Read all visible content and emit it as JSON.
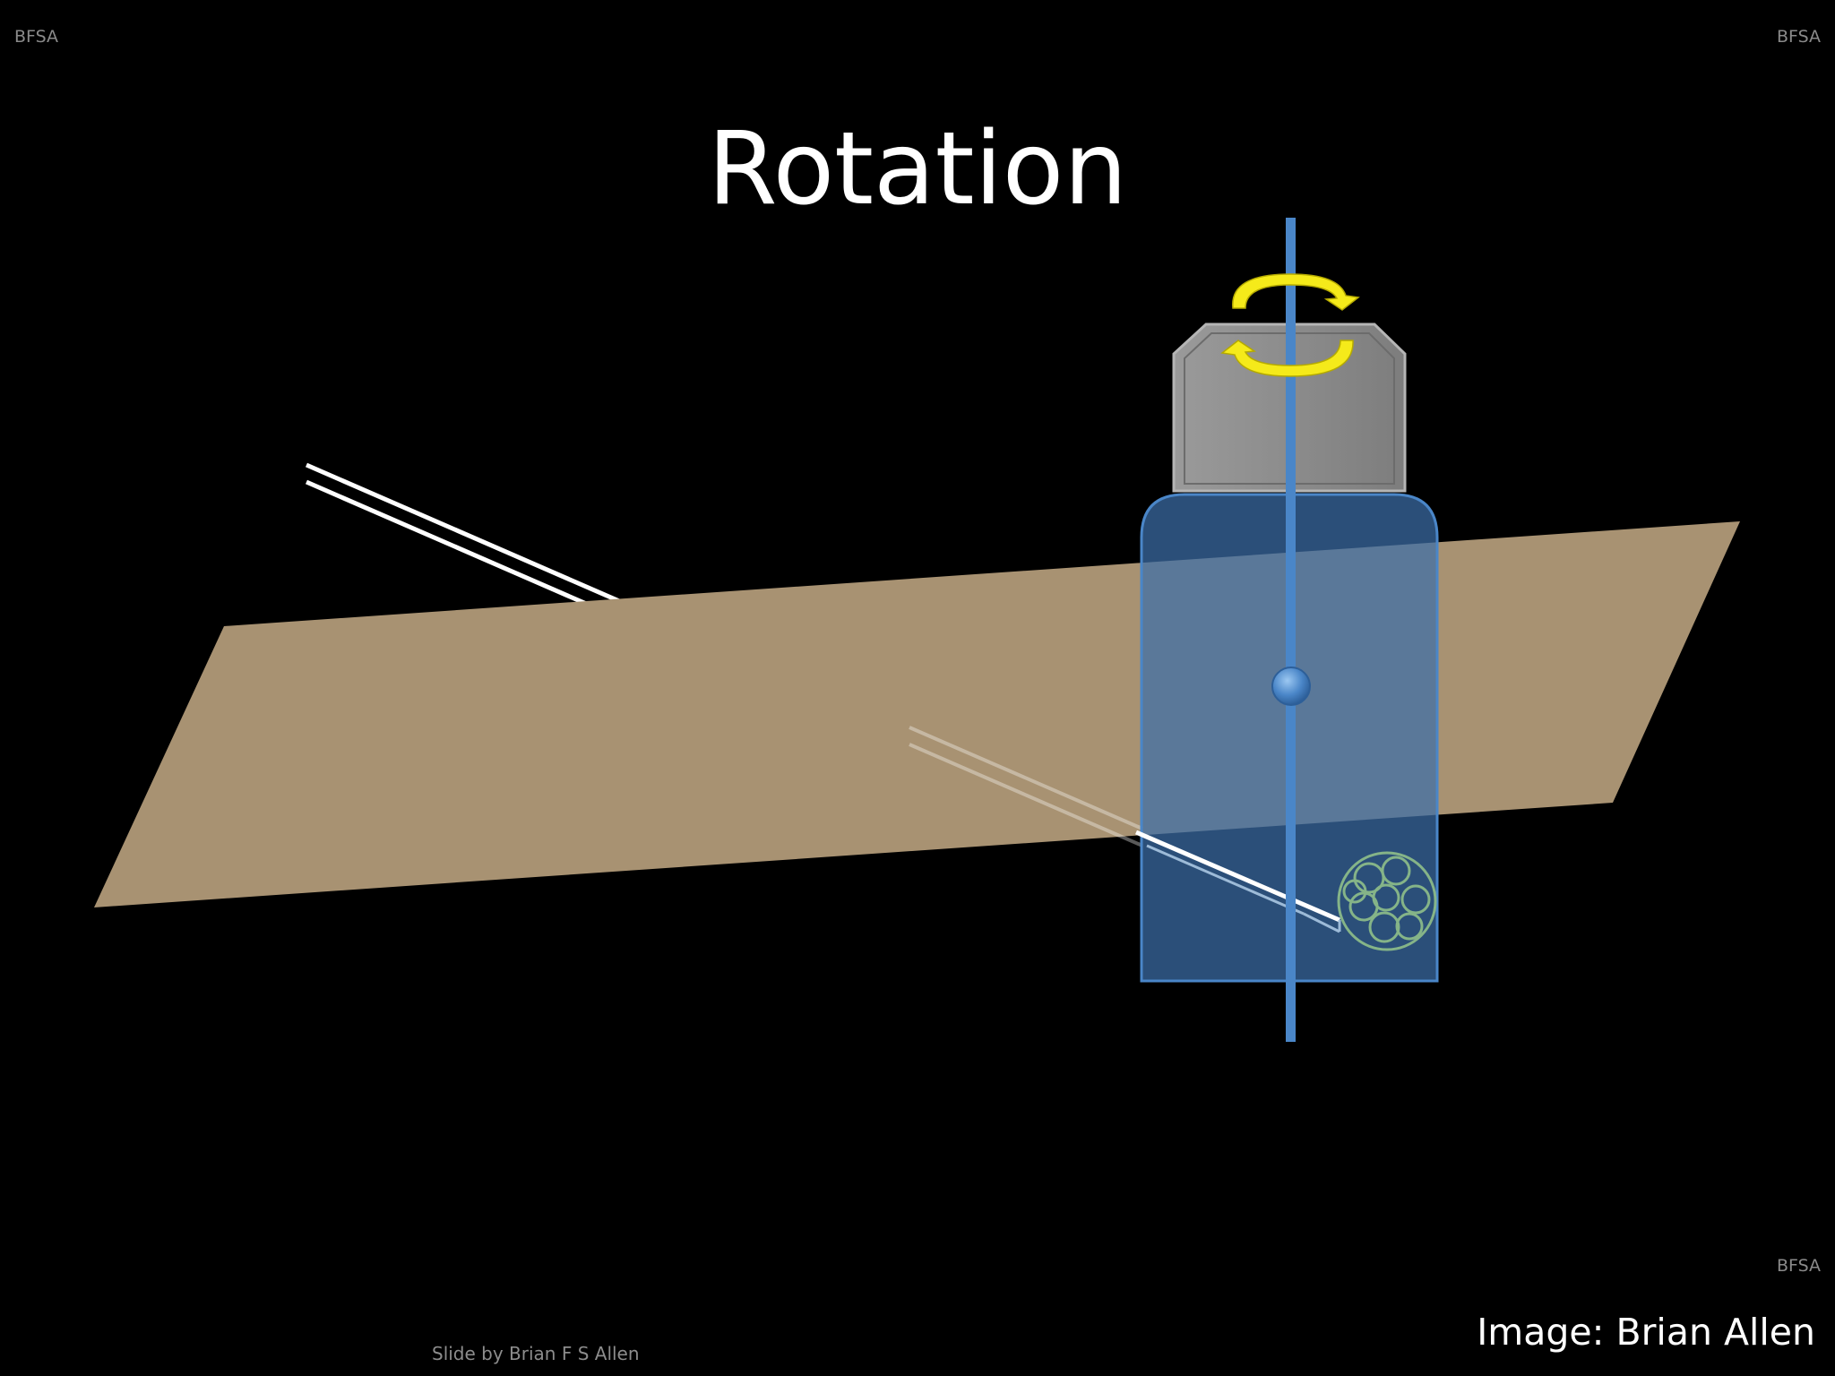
{
  "slide": {
    "watermark_top_left": "BFSA",
    "watermark_top_right": "BFSA",
    "watermark_bottom_right": "BFSA",
    "title": "Rotation",
    "footer": "Slide by Brian F S Allen",
    "credit": "Image: Brian Allen"
  },
  "colors": {
    "background": "#000000",
    "plane": "#a89272",
    "block": "#8a8a8a",
    "holder": "#4f7fb8",
    "axis": "#4a86c8",
    "rotation_arrows": "#f5ea1a",
    "pipette": "#ffffff",
    "cells": "#8fbf8a"
  },
  "icons": [
    "rotation-arrow-icon",
    "cell-cluster-icon"
  ]
}
